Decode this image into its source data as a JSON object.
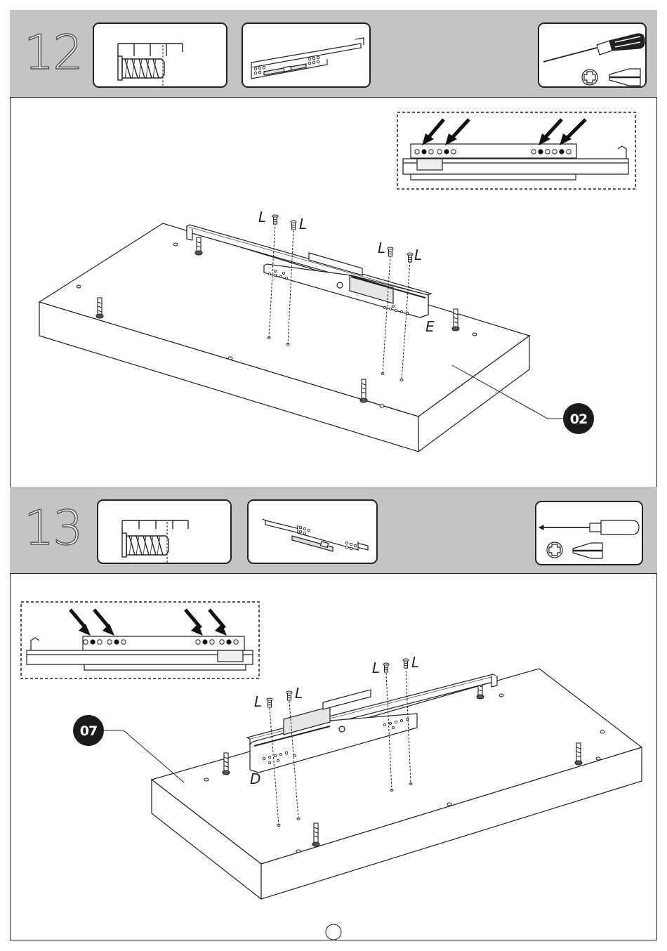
{
  "steps": [
    {
      "number": "12",
      "fastener_label": "L",
      "part_label": "E",
      "panel_badge": "02",
      "icons": [
        "screw-icon",
        "drawer-slide-icon",
        "screwdriver-icon"
      ]
    },
    {
      "number": "13",
      "fastener_label": "L",
      "part_label": "D",
      "panel_badge": "07",
      "icons": [
        "screw-icon",
        "drawer-slide-icon",
        "screwdriver-icon"
      ]
    }
  ],
  "colors": {
    "header_gray": "#c4c4c4",
    "line": "#222222",
    "badge": "#1a1a1a"
  }
}
